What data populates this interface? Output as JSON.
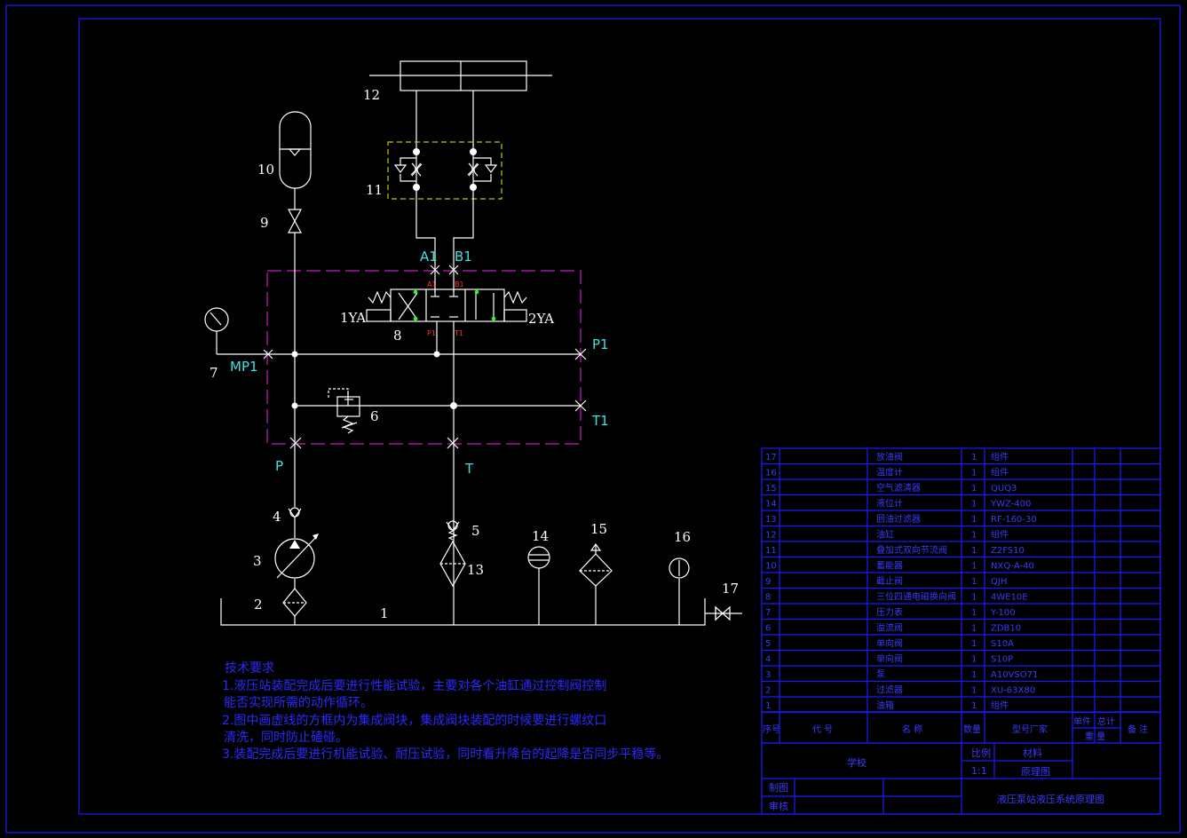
{
  "labels": {
    "c1": "1",
    "c2": "2",
    "c3": "3",
    "c4": "4",
    "c5": "5",
    "c6": "6",
    "c7": "7",
    "c8": "8",
    "c9": "9",
    "c10": "10",
    "c11": "11",
    "c12": "12",
    "c13": "13",
    "c14": "14",
    "c15": "15",
    "c16": "16",
    "c17": "17"
  },
  "ports": {
    "A1": "A1",
    "B1": "B1",
    "P1": "P1",
    "T1": "T1",
    "MP1": "MP1",
    "P": "P",
    "T": "T",
    "YA1": "1YA",
    "YA2": "2YA",
    "a1s": "A1",
    "b1s": "B1",
    "p1s": "P1",
    "t1s": "T1"
  },
  "notes": {
    "title": "技术要求",
    "l1": "1.液压站装配完成后要进行性能试验，主要对各个油缸通过控制阀控制",
    "l2": "能否实现所需的动作循环。",
    "l3": "2.图中画虚线的方框内为集成阀块，集成阀块装配的时候要进行螺纹口",
    "l4": "清洗，同时防止磕碰。",
    "l5": "3.装配完成后要进行机能试验、耐压试验，同时看升降台的起降是否同步平稳等。"
  },
  "bom": [
    {
      "no": "17",
      "name": "放油阀",
      "qty": "1",
      "spec": "组件"
    },
    {
      "no": "16",
      "name": "温度计",
      "qty": "1",
      "spec": "组件"
    },
    {
      "no": "15",
      "name": "空气滤清器",
      "qty": "1",
      "spec": "QUQ3"
    },
    {
      "no": "14",
      "name": "液位计",
      "qty": "1",
      "spec": "YWZ-400"
    },
    {
      "no": "13",
      "name": "回油过滤器",
      "qty": "1",
      "spec": "RF-160-30"
    },
    {
      "no": "12",
      "name": "油缸",
      "qty": "1",
      "spec": "组件"
    },
    {
      "no": "11",
      "name": "叠加式双向节流阀",
      "qty": "1",
      "spec": "Z2FS10"
    },
    {
      "no": "10",
      "name": "蓄能器",
      "qty": "1",
      "spec": "NXQ-A-40"
    },
    {
      "no": "9",
      "name": "截止阀",
      "qty": "1",
      "spec": "QJH"
    },
    {
      "no": "8",
      "name": "三位四通电磁换向阀",
      "qty": "1",
      "spec": "4WE10E"
    },
    {
      "no": "7",
      "name": "压力表",
      "qty": "1",
      "spec": "Y-100"
    },
    {
      "no": "6",
      "name": "溢流阀",
      "qty": "1",
      "spec": "ZDB10"
    },
    {
      "no": "5",
      "name": "单向阀",
      "qty": "1",
      "spec": "S10A"
    },
    {
      "no": "4",
      "name": "单向阀",
      "qty": "1",
      "spec": "S10P"
    },
    {
      "no": "3",
      "name": "泵",
      "qty": "1",
      "spec": "A10VSO71"
    },
    {
      "no": "2",
      "name": "过滤器",
      "qty": "1",
      "spec": "XU-63X80"
    },
    {
      "no": "1",
      "name": "油箱",
      "qty": "1",
      "spec": "组件"
    }
  ],
  "bom_header": {
    "no": "序号",
    "code": "代 号",
    "name": "名 称",
    "qty": "数量",
    "maker": "型号厂家",
    "unit": "单件",
    "total": "总计",
    "weight": "重 量",
    "remark": "备 注"
  },
  "titleblock": {
    "school": "学校",
    "scale_label": "比例",
    "material_label": "材料",
    "scale": "1:1",
    "drawing_type": "原理图",
    "drawn": "制图",
    "checked": "审核",
    "title": "液压泵站液压系统原理图"
  },
  "colors": {
    "background": "#000000",
    "frame": "#1a1aff",
    "lines": "#ffffff",
    "block_border": "#c020c0",
    "valve11_border": "#c8c800",
    "port_labels": "#3fe0e0"
  }
}
